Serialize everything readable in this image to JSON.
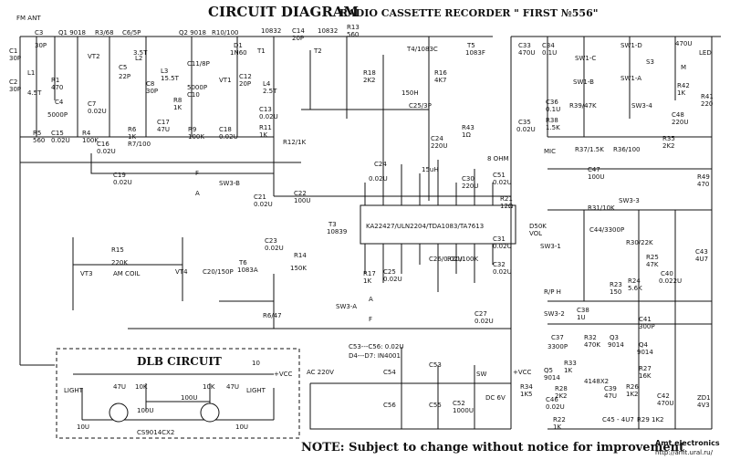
{
  "titles": {
    "main": "CIRCUIT DIAGRAM",
    "product": "RADIO CASSETTE RECORDER \" FIRST №556\"",
    "dlb": "DLB CIRCUIT",
    "note": "NOTE: Subject to change without notice for improvement",
    "credit_1": "Amt electronics",
    "credit_2": "http://amt.ural.ru/"
  },
  "ic": {
    "label": "KA22427/ULN2204/TDA1083/TA7613"
  },
  "labels": {
    "fm_ant": "FM ANT",
    "c3": "C3",
    "c3v": "30P",
    "c1": "C1",
    "c1v": "30P",
    "c2": "C2",
    "c2v": "30P",
    "l1": "L1",
    "l1v": "4.5T",
    "r1": "R1",
    "r1v": "470",
    "q1": "Q1 9018",
    "r3": "R3/68",
    "c6": "C6/5P",
    "q2": "Q2 9018",
    "r10": "R10/100",
    "c11": "C11/8P",
    "vt2": "VT2",
    "c5": "C5",
    "c5v": "22P",
    "l2": "L2",
    "l2v": "3.5T",
    "l3": "L3",
    "l3v": "15.5T",
    "c8": "C8",
    "c8v": "30P",
    "r8": "R8",
    "r8v": "1K",
    "c10": "C10",
    "c10v": "5000P",
    "vt1": "VT1",
    "c4": "C4",
    "c4v": "5000P",
    "c7": "C7",
    "c7v": "0.02U",
    "r5": "R5",
    "r5v": "560",
    "c15": "C15",
    "c15v": "0.02U",
    "r4": "R4",
    "r4v": "100K",
    "c16": "C16",
    "c16v": "0.02U",
    "r6": "R6",
    "r6v": "1K",
    "r7": "R7/100",
    "c17": "C17",
    "c17v": "47U",
    "r9": "R9",
    "r9v": "100K",
    "c18": "C18",
    "c18v": "0.02U",
    "r11": "R11",
    "r11v": "1K",
    "r12": "R12/1K",
    "c19": "C19",
    "c19v": "0.02U",
    "f1": "F",
    "a1": "A",
    "sw3b": "SW3-B",
    "d1": "D1",
    "d1v": "1N60",
    "t1": "T1",
    "t1v": "10832",
    "c14": "C14",
    "c14v": "20P",
    "t2": "T2",
    "t2v": "10832",
    "r13": "R13",
    "r13v": "560",
    "c12": "C12",
    "c12v": "20P",
    "l4": "L4",
    "l4v": "2.5T",
    "c13": "C13",
    "c13v": "0.02U",
    "r18": "R18",
    "r18v": "2K2",
    "t4": "T4/1083C",
    "t5": "T5",
    "t5v": "1083F",
    "h150": "150H",
    "c25": "C25/3P",
    "r16": "R16",
    "r16v": "4K7",
    "c24": "C24",
    "c24v": "220U",
    "r43": "R43",
    "r43v": "1Ω",
    "c24b": "C24",
    "c24bv": "0.02U",
    "l15": "15uH",
    "c21": "C21",
    "c21v": "0.02U",
    "c22": "C22",
    "c22v": "100U",
    "c51": "C51",
    "c51v": "0.02U",
    "c30": "C30",
    "c30v": "220U",
    "r21": "R21",
    "r21v": "12Ω",
    "ohm8": "8 OHM",
    "c23": "C23",
    "c23v": "0.02U",
    "r14": "R14",
    "r14v": "150K",
    "t3": "T3",
    "t3v": "10839",
    "r17": "R17",
    "r17v": "1K",
    "c25b": "C25",
    "c25bv": "0.02U",
    "c26": "C26/0.02U",
    "r20": "R20/100K",
    "c31": "C31",
    "c31v": "0.02U",
    "c32": "C32",
    "c32v": "0.02U",
    "d50k": "D50K",
    "vol": "VOL",
    "r15": "R15",
    "r15v": "220K",
    "vt3": "VT3",
    "am_coil": "AM COIL",
    "vt4": "VT4",
    "c20": "C20/150P",
    "t6": "T6",
    "t6v": "1083A",
    "r6b": "R6/47",
    "sw3a": "SW3-A",
    "a2": "A",
    "f2": "F",
    "c27": "C27",
    "c27v": "0.02U",
    "c33": "C33",
    "c33v": "470U",
    "c34": "C34",
    "c34v": "0.1U",
    "sw1c": "SW1-C",
    "sw1b": "SW1-B",
    "sw1d": "SW1-D",
    "sw1a": "SW1-A",
    "c36": "C36",
    "c36v": "0.1U",
    "r38": "R38",
    "r38v": "1.5K",
    "r39": "R39/47K",
    "c35": "C35",
    "c35v": "0.02U",
    "c470u": "470U",
    "led": "LED",
    "m": "M",
    "r42": "R42",
    "r42v": "1K",
    "s3": "S3",
    "c48": "C48",
    "c48v": "220U",
    "r41": "R41",
    "r41v": "220",
    "sw3_4": "SW3-4",
    "mic": "MIC",
    "r37": "R37/1.5K",
    "r36": "R36/100",
    "r35": "R35",
    "r35v": "2K2",
    "c47": "C47",
    "c47v": "100U",
    "r49": "R49",
    "r49v": "470",
    "r31": "R31/10K",
    "sw3_3": "SW3-3",
    "c44": "C44/3300P",
    "r30": "R30/22K",
    "sw3_1": "SW3-1",
    "c43": "C43",
    "c43v": "4U7",
    "r25": "R25",
    "r25v": "47K",
    "r24": "R24",
    "r24v": "5.6K",
    "r23": "R23",
    "r23v": "150",
    "c40": "C40",
    "c40v": "0.022U",
    "rp_h": "R/P H",
    "sw3_2": "SW3-2",
    "c38": "C38",
    "c38v": "1U",
    "c41": "C41",
    "c41v": "300P",
    "c37": "C37",
    "c37v": "3300P",
    "r32": "R32",
    "r32v": "470K",
    "q3": "Q3",
    "q3v": "9014",
    "q4": "Q4",
    "q4v": "9014",
    "q5": "Q5",
    "q5v": "9014",
    "r33": "R33",
    "r33v": "1K",
    "r34": "R34",
    "r34v": "1K5",
    "r28": "R28",
    "r28v": "2K2",
    "c46": "C46",
    "c46v": "0.02U",
    "d8": "4148X2",
    "c39": "C39",
    "c39v": "47U",
    "r27": "R27",
    "r27v": "16K",
    "r26": "R26",
    "r26v": "1K2",
    "c42": "C42",
    "c42v": "470U",
    "zd": "ZD1",
    "zdv": "4V3",
    "r22": "R22",
    "r22v": "1K",
    "c45": "C45 - 4U7",
    "r29": "R29 1K2",
    "c53_56": "C53---C56: 0.02U",
    "d4_d7": "D4---D7: IN4001",
    "ac": "AC 220V",
    "c54": "C54",
    "c53": "C53",
    "c55": "C55",
    "c56": "C56",
    "c52": "C52",
    "c52v": "1000U",
    "sw": "SW",
    "dc6v": "DC 6V",
    "vcc1": "+VCC",
    "vcc2": "+VCC",
    "dlb_light1": "LIGHT",
    "dlb_light2": "LIGHT",
    "dlb_47u1": "47U",
    "dlb_10k1": "10K",
    "dlb_10k2": "10K",
    "dlb_47u2": "47U",
    "dlb_100u1": "100U",
    "dlb_100u2": "100U",
    "dlb_10u1": "10U",
    "dlb_10u2": "10U",
    "dlb_q": "CS9014CX2",
    "dlb_10": "10"
  }
}
